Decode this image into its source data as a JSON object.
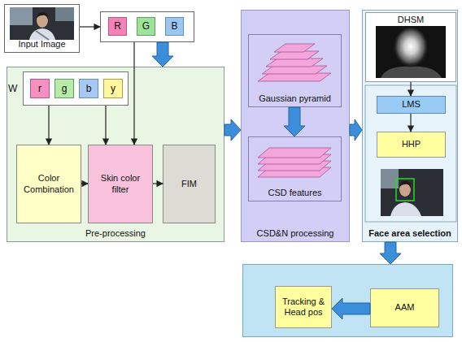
{
  "diagram": {
    "nodes": [
      {
        "text": [
          "Input Image"
        ]
      },
      {
        "text": []
      },
      {
        "text": [
          "R"
        ],
        "in": 1
      },
      {
        "text": [
          "G"
        ],
        "in": 1
      },
      {
        "text": [
          "B"
        ],
        "in": 1
      },
      {
        "text": [
          "Pre-processing"
        ]
      },
      {
        "text": [
          "W"
        ],
        "in": 5
      },
      {
        "text": [
          "r"
        ],
        "in": 6
      },
      {
        "text": [
          "g"
        ],
        "in": 6
      },
      {
        "text": [
          "b"
        ],
        "in": 6
      },
      {
        "text": [
          "y"
        ],
        "in": 6
      },
      {
        "text": [
          "Color Combination"
        ],
        "in": 5
      },
      {
        "text": [
          "Skin color filter"
        ],
        "in": 5
      },
      {
        "text": [
          "FIM"
        ],
        "in": 5
      },
      {
        "text": [
          "CSD&N processing"
        ]
      },
      {
        "text": [
          "Gaussian pyramid"
        ],
        "in": 14
      },
      {
        "text": [
          "CSD features"
        ],
        "in": 14
      },
      {
        "text": [
          "Face area selection"
        ]
      },
      {
        "text": [
          "DHSM"
        ],
        "in": 17
      },
      {
        "text": [
          "LMS"
        ],
        "in": 17
      },
      {
        "text": [
          "HHP"
        ],
        "in": 17
      },
      {
        "text": []
      },
      {
        "text": [
          "Tracking & Head pos"
        ],
        "in": 21
      },
      {
        "text": [
          "AAM"
        ],
        "in": 21
      }
    ],
    "edges": [
      {
        "from": 0,
        "to": 1,
        "arrow": "to"
      },
      {
        "from": 1,
        "to": 5,
        "arrow": "to"
      },
      {
        "from": 1,
        "to": 12,
        "arrow": "to"
      },
      {
        "from": 6,
        "to": 11,
        "arrow": "to"
      },
      {
        "from": 6,
        "to": 12,
        "arrow": "to"
      },
      {
        "from": 11,
        "to": 12,
        "arrow": "to"
      },
      {
        "from": 12,
        "to": 13,
        "arrow": "to"
      },
      {
        "from": 5,
        "to": 14,
        "arrow": "to"
      },
      {
        "from": 15,
        "to": 16,
        "arrow": "to"
      },
      {
        "from": 14,
        "to": 17,
        "arrow": "to"
      },
      {
        "from": 18,
        "to": 19,
        "arrow": "to"
      },
      {
        "from": 19,
        "to": 20,
        "arrow": "to"
      },
      {
        "from": 17,
        "to": 21,
        "arrow": "to"
      },
      {
        "from": 23,
        "to": 22,
        "arrow": "to"
      }
    ]
  }
}
